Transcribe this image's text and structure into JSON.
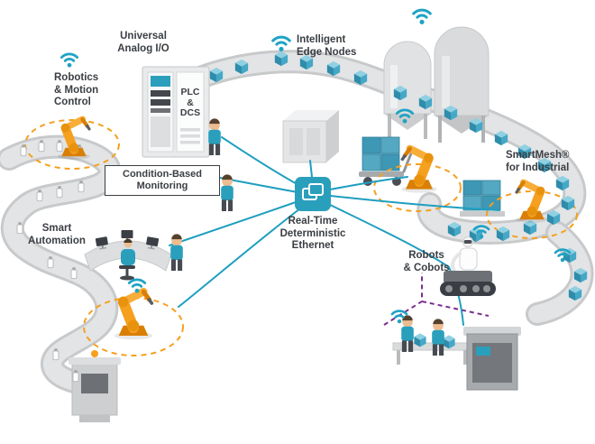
{
  "labels": {
    "universal_analog_io": "Universal\nAnalog I/O",
    "intelligent_edge_nodes": "Intelligent\nEdge Nodes",
    "robotics_motion_control": "Robotics\n& Motion\nControl",
    "plc_dcs": "PLC\n&\nDCS",
    "condition_based_monitoring": "Condition-Based\nMonitoring",
    "smart_automation": "Smart\nAutomation",
    "smartmesh_for_industrial": "SmartMesh®\nfor Industrial",
    "real_time_deterministic_ethernet": "Real-Time\nDeterministic\nEthernet",
    "robots_cobots": "Robots\n& Cobots"
  },
  "icons": {
    "center_node": "network-switch-icon",
    "wireless": "wifi-icon"
  },
  "colors": {
    "accent_teal": "#1f9ec0",
    "node_teal": "#2a9fbc",
    "robot_orange": "#f5a01e",
    "dashed_orange": "#f5a01e",
    "dashed_purple": "#7b2e8e",
    "conveyor_gray": "#e3e4e6",
    "cube_blue": "#3e97b5",
    "label_text": "#3a3e43"
  }
}
